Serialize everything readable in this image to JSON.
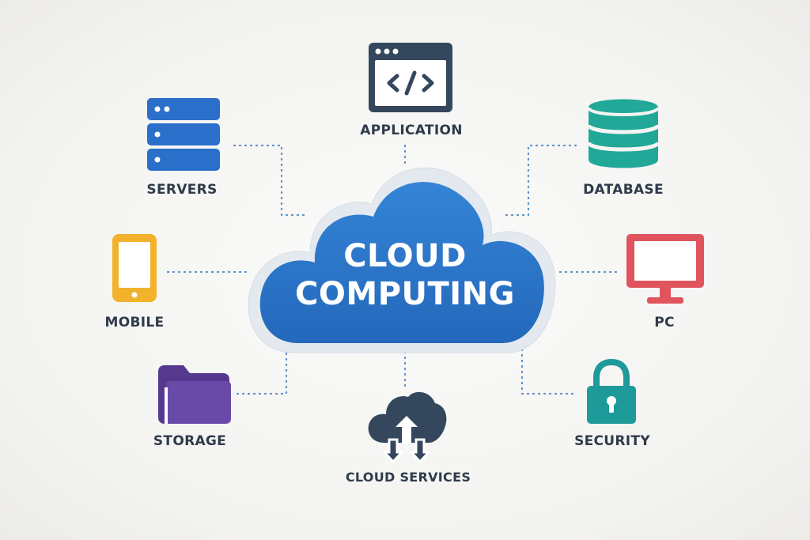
{
  "hub": {
    "line1": "CLOUD",
    "line2": "COMPUTING",
    "color": "#2d76c8"
  },
  "nodes": [
    {
      "id": "application",
      "label": "APPLICATION",
      "icon": "code-window-icon",
      "color": "#34475c"
    },
    {
      "id": "servers",
      "label": "SERVERS",
      "icon": "server-rack-icon",
      "color": "#2a6fc9"
    },
    {
      "id": "database",
      "label": "DATABASE",
      "icon": "database-icon",
      "color": "#21a898"
    },
    {
      "id": "mobile",
      "label": "MOBILE",
      "icon": "smartphone-icon",
      "color": "#f2b22c"
    },
    {
      "id": "pc",
      "label": "PC",
      "icon": "monitor-icon",
      "color": "#e0555d"
    },
    {
      "id": "storage",
      "label": "STORAGE",
      "icon": "folder-icon",
      "color": "#6a4aa8"
    },
    {
      "id": "security",
      "label": "SECURITY",
      "icon": "padlock-icon",
      "color": "#1f9a9a"
    },
    {
      "id": "cloud_services",
      "label": "CLOUD SERVICES",
      "icon": "cloud-sync-icon",
      "color": "#34475c"
    }
  ],
  "connector_color": "#5b8fc7"
}
